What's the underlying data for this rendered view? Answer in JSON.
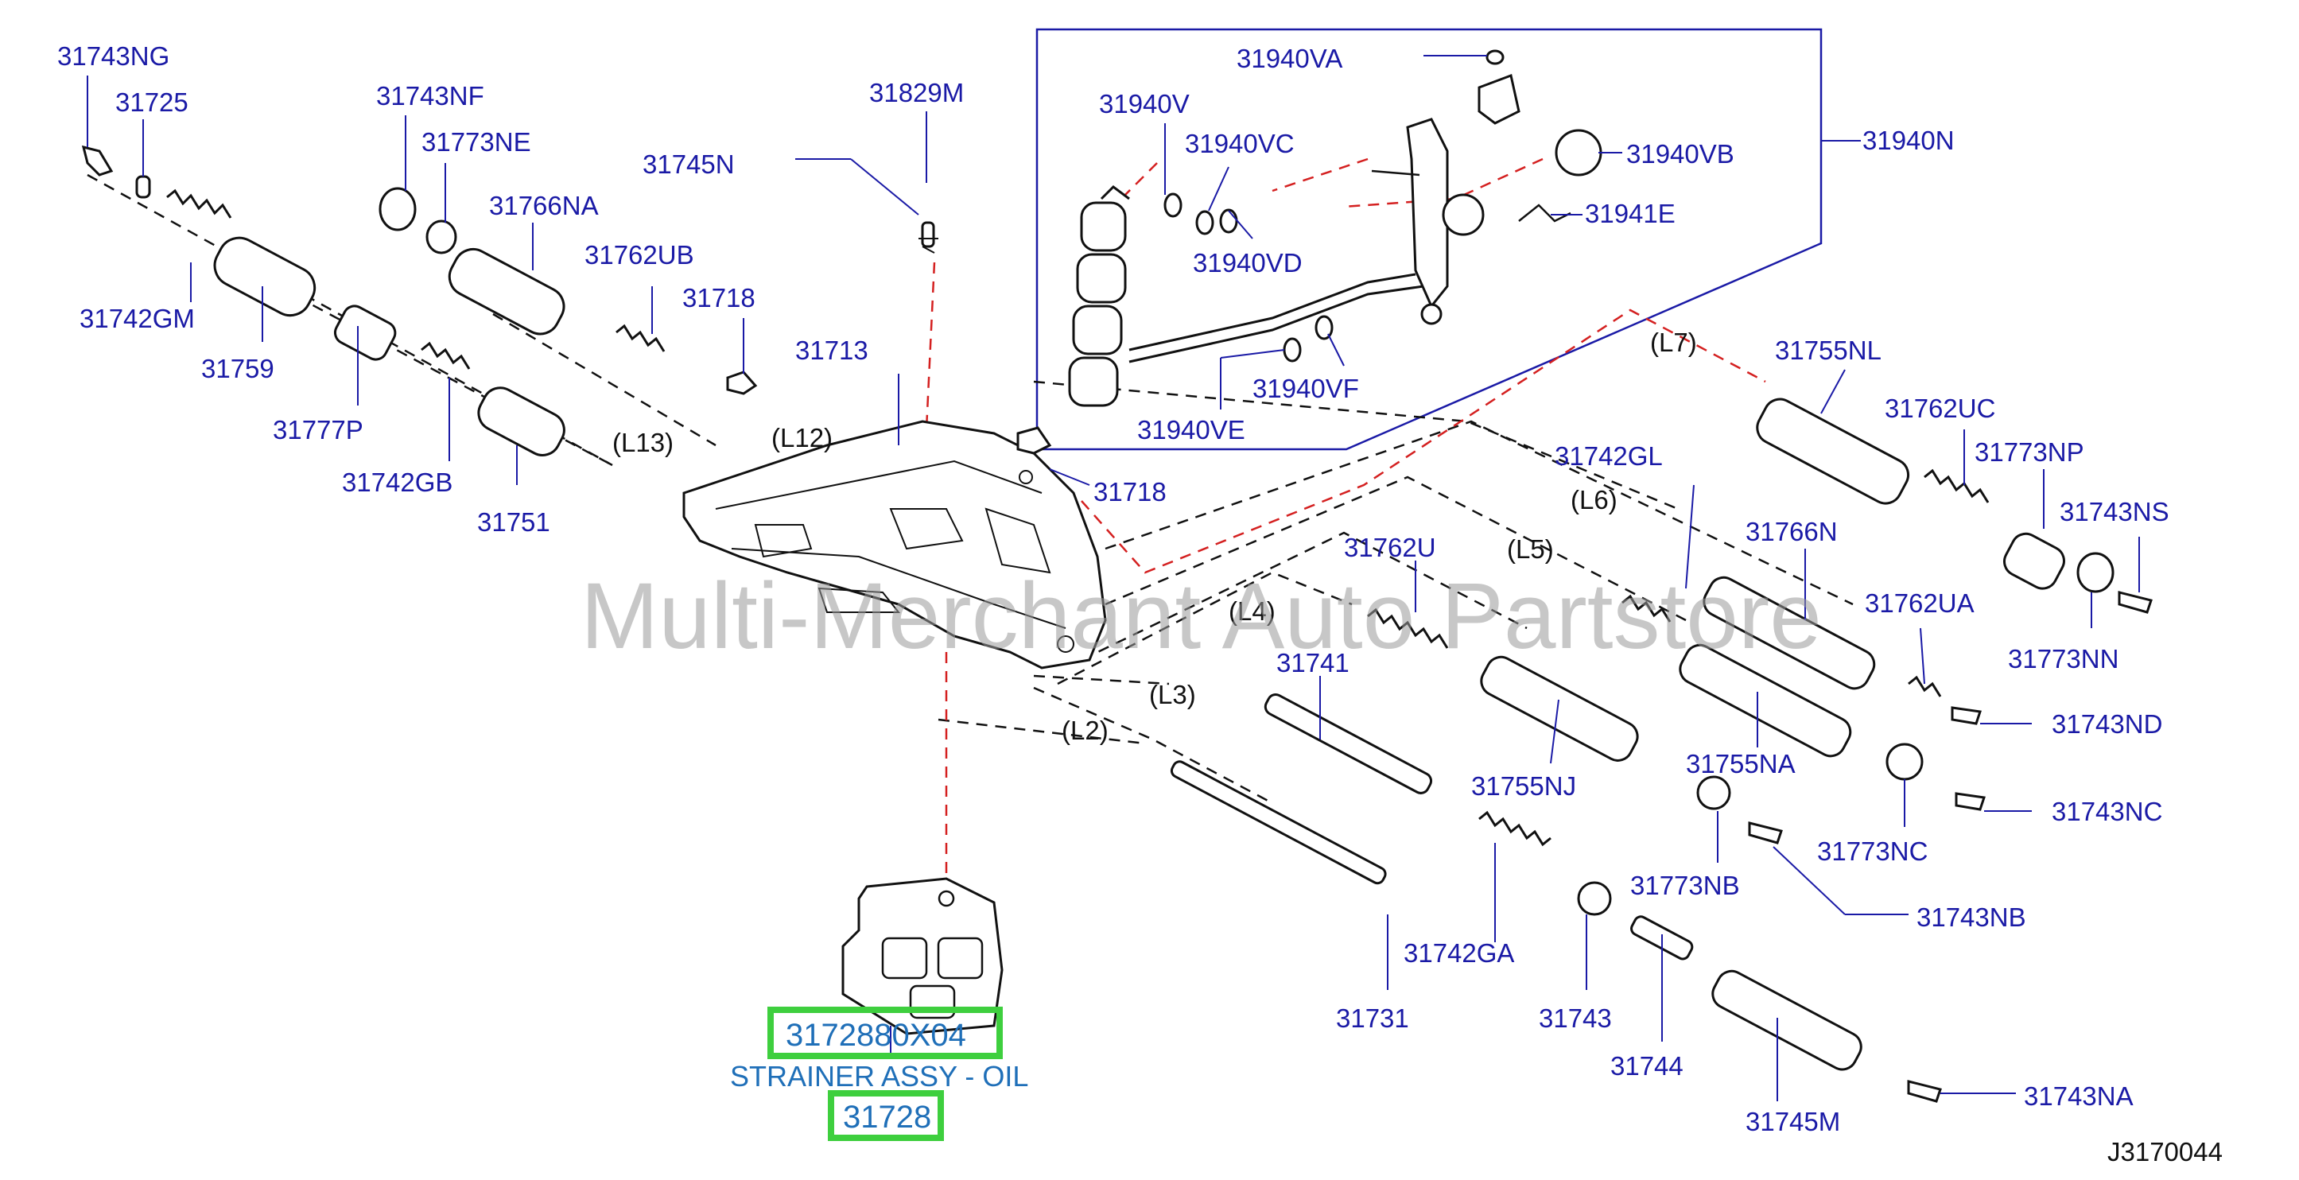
{
  "watermark": "Multi-Merchant Auto Partstore",
  "diagram_code": "J3170044",
  "highlight": {
    "part_number": "3172880X04",
    "description": "STRAINER ASSY - OIL",
    "ref": "31728"
  },
  "line_labels": {
    "L2": "(L2)",
    "L3": "(L3)",
    "L4": "(L4)",
    "L5": "(L5)",
    "L6": "(L6)",
    "L7": "(L7)",
    "L12": "(L12)",
    "L13": "(L13)"
  },
  "callouts": {
    "p31743NG": "31743NG",
    "p31725": "31725",
    "p31743NF": "31743NF",
    "p31773NE": "31773NE",
    "p31766NA": "31766NA",
    "p31745N": "31745N",
    "p31829M": "31829M",
    "p31762UB": "31762UB",
    "p31718a": "31718",
    "p31713": "31713",
    "p31742GM": "31742GM",
    "p31759": "31759",
    "p31777P": "31777P",
    "p31742GB": "31742GB",
    "p31751": "31751",
    "p31718b": "31718",
    "p31940VA": "31940VA",
    "p31940V": "31940V",
    "p31940VC": "31940VC",
    "p31940VB": "31940VB",
    "p31940N": "31940N",
    "p31941E": "31941E",
    "p31940VD": "31940VD",
    "p31940VF": "31940VF",
    "p31940VE": "31940VE",
    "p31755NL": "31755NL",
    "p31762UC": "31762UC",
    "p31773NP": "31773NP",
    "p31743NS": "31743NS",
    "p31742GL": "31742GL",
    "p31766N": "31766N",
    "p31762UA": "31762UA",
    "p31773NN": "31773NN",
    "p31762U": "31762U",
    "p31741": "31741",
    "p31743ND": "31743ND",
    "p31755NJ": "31755NJ",
    "p31755NA": "31755NA",
    "p31743NC": "31743NC",
    "p31773NC": "31773NC",
    "p31773NB": "31773NB",
    "p31742GA": "31742GA",
    "p31743NB": "31743NB",
    "p31731": "31731",
    "p31743": "31743",
    "p31744": "31744",
    "p31743NA": "31743NA",
    "p31745M": "31745M"
  }
}
